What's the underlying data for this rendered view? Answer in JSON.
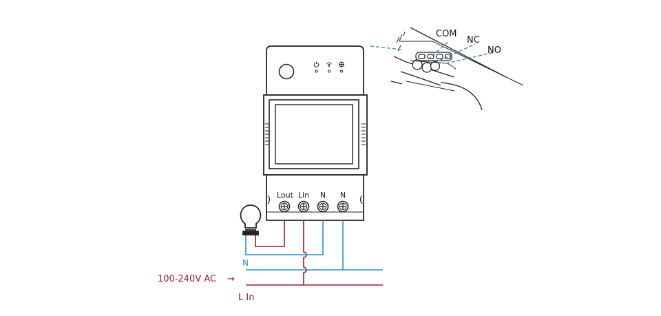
{
  "terminals": {
    "lout": "Lout",
    "lin": "Lin",
    "n1": "N",
    "n2": "N"
  },
  "relay": {
    "com": "COM",
    "nc": "NC",
    "no": "NO"
  },
  "wiring": {
    "neutral": "N",
    "supply": "100-240V AC",
    "arrow": "→",
    "line_in": "L In"
  },
  "colors": {
    "neutral_wire": "#2e8fc4",
    "live_wire": "#9e1b32",
    "device_outline": "#222222",
    "relay_dash": "#3a78b8"
  },
  "icons": [
    "power-icon",
    "wifi-icon",
    "network-icon",
    "bulb-icon",
    "screw-terminal-icon"
  ]
}
